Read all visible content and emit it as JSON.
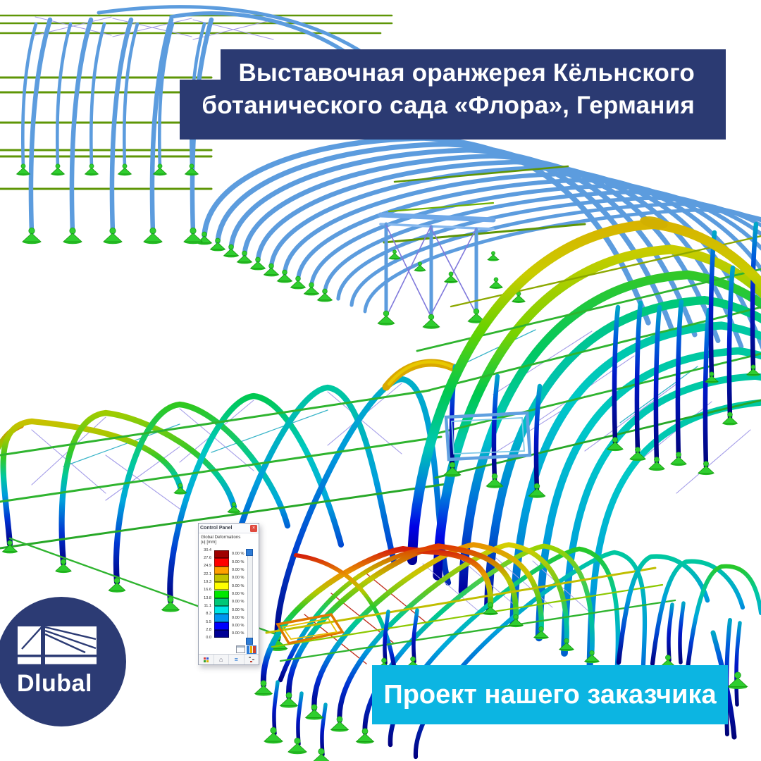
{
  "banner_top": {
    "line1": "Выставочная оранжерея Кёльнского",
    "line2": "ботанического сада «Флора», Германия",
    "bg": "#2B3A72"
  },
  "banner_bottom": {
    "text": "Проект нашего заказчика",
    "bg": "#0CB5E2"
  },
  "logo": {
    "text": "Dlubal",
    "bg": "#2C3B74",
    "icon": "bridge-icon"
  },
  "control_panel": {
    "title": "Control Panel",
    "close_icon": "×",
    "header_line1": "Global Deformations",
    "header_line2": "|u| [mm]",
    "scale_values": [
      "30.4",
      "27.6",
      "24.9",
      "22.1",
      "19.3",
      "16.6",
      "13.8",
      "11.1",
      "8.3",
      "5.5",
      "2.8",
      "0.0"
    ],
    "band_colors": [
      "#A00000",
      "#FF0000",
      "#FFA000",
      "#C3C300",
      "#FFFF00",
      "#00E800",
      "#00C878",
      "#00E6E6",
      "#0096F0",
      "#0000FF",
      "#000096"
    ],
    "percent_labels": [
      "0.00 %",
      "0.00 %",
      "0.00 %",
      "0.00 %",
      "0.00 %",
      "0.00 %",
      "0.00 %",
      "0.00 %",
      "0.00 %",
      "0.00 %",
      "0.00 %"
    ],
    "tool_icons": [
      "panel-window-icon",
      "color-columns-icon"
    ],
    "tab_icons": [
      "color-spectrum-icon",
      "display-icon",
      "results-list-icon",
      "factors-tree-icon"
    ]
  },
  "scene": {
    "description_colors": {
      "steel_blue": "#5C9CDE",
      "purlin_green": "#2FB42F",
      "purlin_olive": "#5E9606",
      "support_green": "#2FCE2F",
      "brace_lavender": "#A49DE8"
    }
  }
}
